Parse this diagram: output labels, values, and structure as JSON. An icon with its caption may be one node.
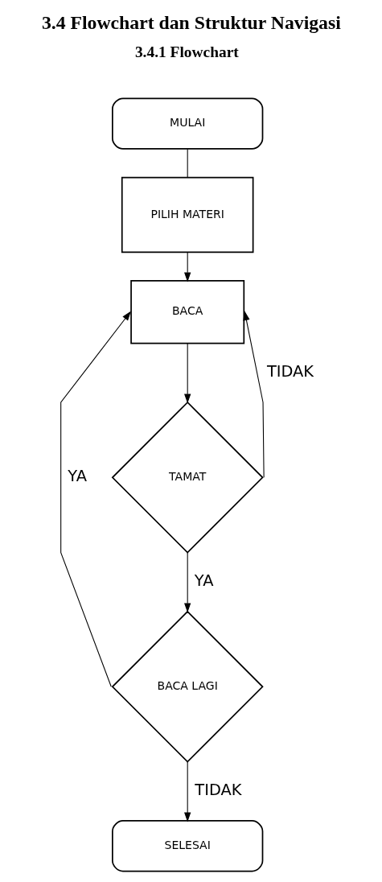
{
  "diagram": {
    "title": "3.4 Flowchart dan Struktur Navigasi",
    "nodes": [
      {
        "text": [
          "MULAI"
        ]
      },
      {
        "text": [
          "PILIH MATERI"
        ]
      },
      {
        "text": [
          "BACA"
        ]
      },
      {
        "text": [
          "TAMAT"
        ]
      },
      {
        "text": [
          "BACA LAGI"
        ]
      },
      {
        "text": [
          "SELESAI"
        ]
      }
    ],
    "edges": [
      {
        "from": 0,
        "to": 1,
        "arrow": "none"
      },
      {
        "from": 1,
        "to": 2,
        "arrow": "to"
      },
      {
        "from": 2,
        "to": 3,
        "arrow": "to"
      },
      {
        "from": 3,
        "to": 2,
        "arrow": "to",
        "label": "TIDAK"
      },
      {
        "from": 3,
        "to": 4,
        "arrow": "to",
        "label": "YA"
      },
      {
        "from": 4,
        "to": 2,
        "arrow": "to",
        "label": "YA"
      },
      {
        "from": 4,
        "to": 5,
        "arrow": "to",
        "label": "TIDAK"
      }
    ],
    "labels": [
      "3.4.1 Flowchart"
    ]
  }
}
